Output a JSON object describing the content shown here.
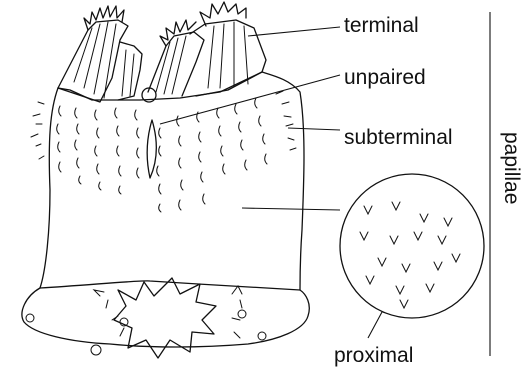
{
  "labels": {
    "terminal": "terminal",
    "unpaired": "unpaired",
    "subterminal": "subterminal",
    "proximal": "proximal",
    "papillae": "papillae"
  },
  "colors": {
    "ink": "#111111",
    "background": "#ffffff"
  }
}
